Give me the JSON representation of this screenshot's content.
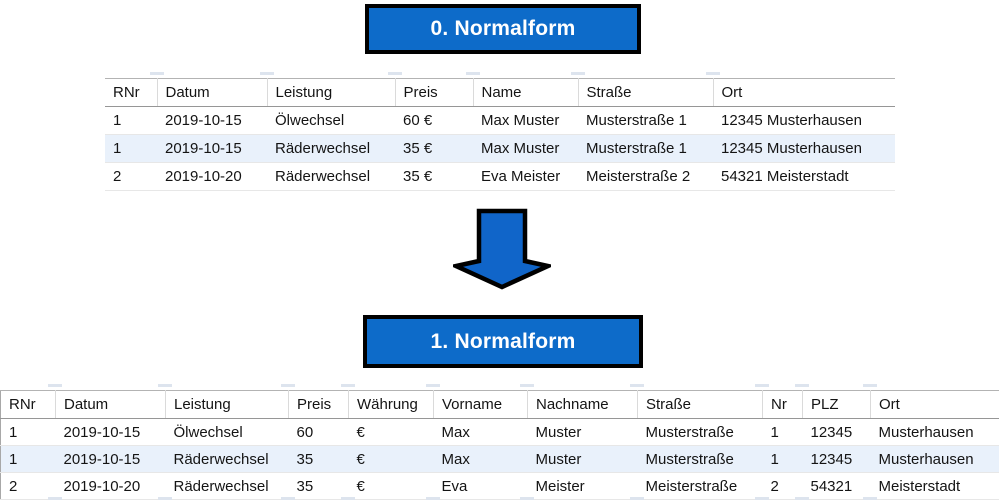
{
  "banners": {
    "top_label": "0. Normalform",
    "bottom_label": "1. Normalform"
  },
  "arrow": {
    "icon": "down-arrow-icon",
    "direction": "down"
  },
  "colors": {
    "banner_fill": "#0d6bc9",
    "arrow_fill": "#1065c9",
    "banner_border": "#000000",
    "banded_row": "#e9f1fb"
  },
  "table0": {
    "columns": [
      "RNr",
      "Datum",
      "Leistung",
      "Preis",
      "Name",
      "Straße",
      "Ort"
    ],
    "rows": [
      [
        "1",
        "2019-10-15",
        "Ölwechsel",
        "60 €",
        "Max Muster",
        "Musterstraße 1",
        "12345 Musterhausen"
      ],
      [
        "1",
        "2019-10-15",
        "Räderwechsel",
        "35 €",
        "Max Muster",
        "Musterstraße 1",
        "12345 Musterhausen"
      ],
      [
        "2",
        "2019-10-20",
        "Räderwechsel",
        "35 €",
        "Eva Meister",
        "Meisterstraße 2",
        "54321 Meisterstadt"
      ]
    ]
  },
  "table1": {
    "columns": [
      "RNr",
      "Datum",
      "Leistung",
      "Preis",
      "Währung",
      "Vorname",
      "Nachname",
      "Straße",
      "Nr",
      "PLZ",
      "Ort"
    ],
    "rows": [
      [
        "1",
        "2019-10-15",
        "Ölwechsel",
        "60",
        "€",
        "Max",
        "Muster",
        "Musterstraße",
        "1",
        "12345",
        "Musterhausen"
      ],
      [
        "1",
        "2019-10-15",
        "Räderwechsel",
        "35",
        "€",
        "Max",
        "Muster",
        "Musterstraße",
        "1",
        "12345",
        "Musterhausen"
      ],
      [
        "2",
        "2019-10-20",
        "Räderwechsel",
        "35",
        "€",
        "Eva",
        "Meister",
        "Meisterstraße",
        "2",
        "54321",
        "Meisterstadt"
      ]
    ]
  }
}
